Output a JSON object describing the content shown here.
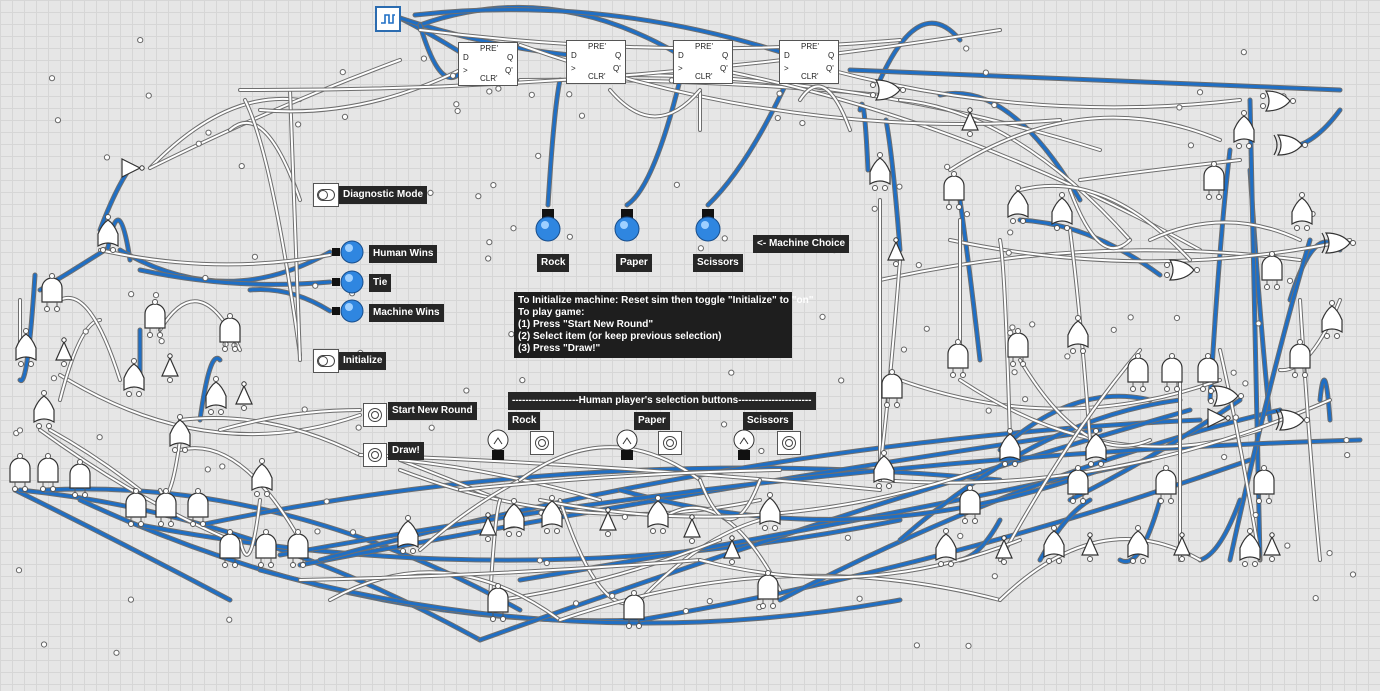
{
  "toggles": {
    "diagnostic_mode": "Diagnostic Mode",
    "initialize": "Initialize"
  },
  "outputs": {
    "human_wins": "Human Wins",
    "tie": "Tie",
    "machine_wins": "Machine Wins"
  },
  "machine_choice": {
    "rock": "Rock",
    "paper": "Paper",
    "scissors": "Scissors",
    "label": "<- Machine Choice"
  },
  "instructions": {
    "line1": "To Initialize machine: Reset sim then toggle \"Initialize\" to \"on\"",
    "line2": "To play game:",
    "line3": "(1) Press \"Start New Round\"",
    "line4": "(2) Select item (or keep previous selection)",
    "line5": "(3) Press \"Draw!\""
  },
  "buttons": {
    "start_new_round": "Start New Round",
    "draw": "Draw!"
  },
  "human_selection": {
    "header": "--------------------Human player's selection buttons----------------------",
    "rock": "Rock",
    "paper": "Paper",
    "scissors": "Scissors"
  },
  "flipflop": {
    "pre": "PRE'",
    "clr": "CLR'",
    "d": "D",
    "clk": ">",
    "q": "Q",
    "qn": "Q'"
  },
  "colors": {
    "wire_on": "#1f6fc5",
    "wire_off": "#ffffff",
    "wire_outline": "#6e6e6e",
    "bulb_on": "#2f86e0",
    "bulb_off": "#1a1a1a",
    "label_bg": "#262626"
  }
}
